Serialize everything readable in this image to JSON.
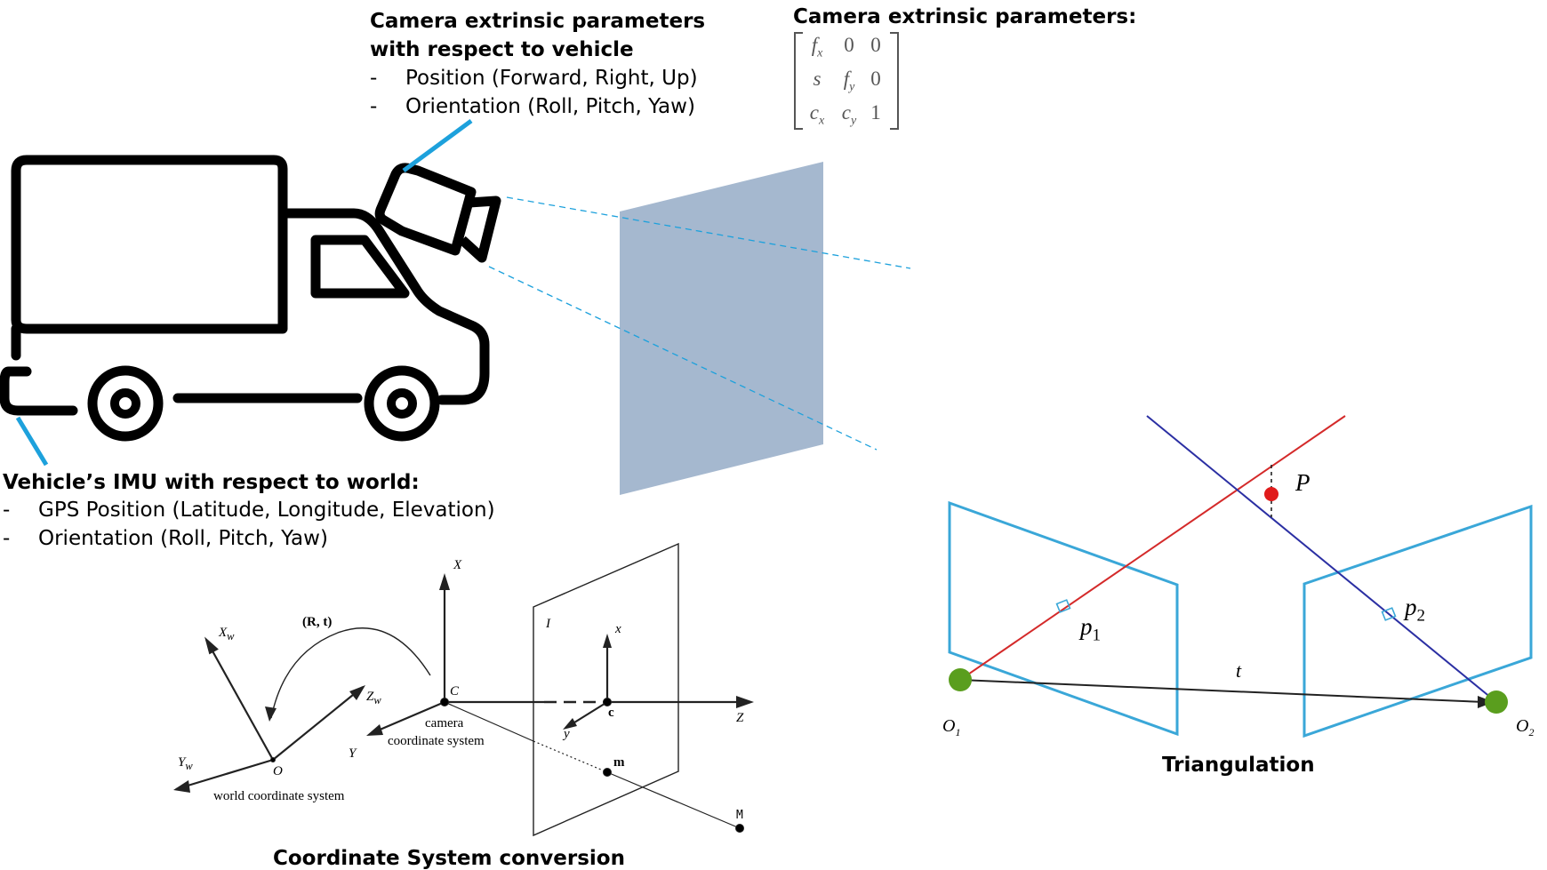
{
  "top_camera_annotation": {
    "title_line1": "Camera extrinsic parameters",
    "title_line2": "with respect to vehicle",
    "bullets": [
      "Position (Forward, Right, Up)",
      "Orientation (Roll, Pitch, Yaw)"
    ],
    "dash": "-"
  },
  "matrix_annotation": {
    "title": "Camera extrinsic parameters:",
    "cells": [
      [
        "f",
        "0",
        "0"
      ],
      [
        "s",
        "f",
        "0"
      ],
      [
        "c",
        "c",
        "1"
      ]
    ],
    "subscripts": {
      "f_row0": "x",
      "f_row1": "y",
      "c_row2_col0": "x",
      "c_row2_col1": "y"
    }
  },
  "imu_annotation": {
    "title": "Vehicle’s IMU with respect to world:",
    "bullets": [
      "GPS Position (Latitude, Longitude, Elevation)",
      "Orientation (Roll, Pitch, Yaw)"
    ],
    "dash": "-"
  },
  "coordinate_diagram": {
    "caption": "Coordinate System conversion",
    "labels": {
      "Xw": "X",
      "Xw_sub": "w",
      "Yw": "Y",
      "Yw_sub": "w",
      "Zw": "Z",
      "Zw_sub": "w",
      "O": "O",
      "world": "world coordinate system",
      "Rt": "(R, t)",
      "X": "X",
      "Y": "Y",
      "Z": "Z",
      "C": "C",
      "camera_line1": "camera",
      "camera_line2": "coordinate system",
      "I": "I",
      "x": "x",
      "y": "y",
      "c": "c",
      "m": "m",
      "M": "M"
    }
  },
  "triangulation": {
    "caption": "Triangulation",
    "labels": {
      "P": "P",
      "p1": "p",
      "p1_sub": "1",
      "p2": "p",
      "p2_sub": "2",
      "t": "t",
      "O1": "O",
      "O1_sub": "1",
      "O2": "O",
      "O2_sub": "2"
    }
  },
  "colors": {
    "accent_blue": "#1da1dc",
    "image_plane": "#a5b8cf",
    "camera_frame_blue": "#3aa7d8",
    "ray_red": "#d42a2a",
    "ray_blue": "#2b2fa3",
    "point_green": "#5a9e1e",
    "point_red": "#e01b1b"
  }
}
